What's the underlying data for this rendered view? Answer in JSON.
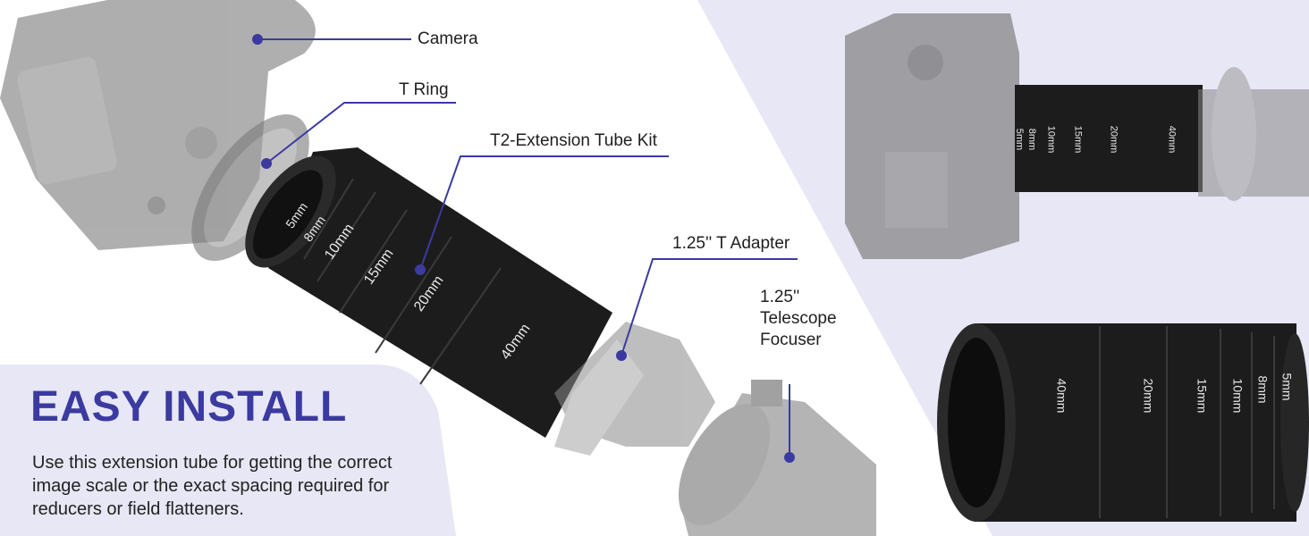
{
  "colors": {
    "accent": "#3b3aa0",
    "lavender": "#e7e7f5",
    "tube": "#1c1c1c",
    "gray_part": "#8f8f8f"
  },
  "callouts": {
    "camera": "Camera",
    "t_ring": "T Ring",
    "extension_tube_kit": "T2-Extension Tube Kit",
    "t_adapter": "1.25'' T Adapter",
    "focuser": "1.25''\nTelescope\nFocuser"
  },
  "tube_labels": {
    "main": [
      "5mm",
      "8mm",
      "10mm",
      "15mm",
      "20mm",
      "40mm"
    ],
    "top_right": [
      "5mm",
      "8mm",
      "10mm",
      "15mm",
      "20mm",
      "40mm"
    ],
    "bottom_right": [
      "40mm",
      "20mm",
      "15mm",
      "10mm",
      "8mm",
      "5mm"
    ]
  },
  "install": {
    "title": "EASY INSTALL",
    "description": "Use this extension tube for getting the correct image scale or the exact spacing required for reducers or field flatteners."
  }
}
